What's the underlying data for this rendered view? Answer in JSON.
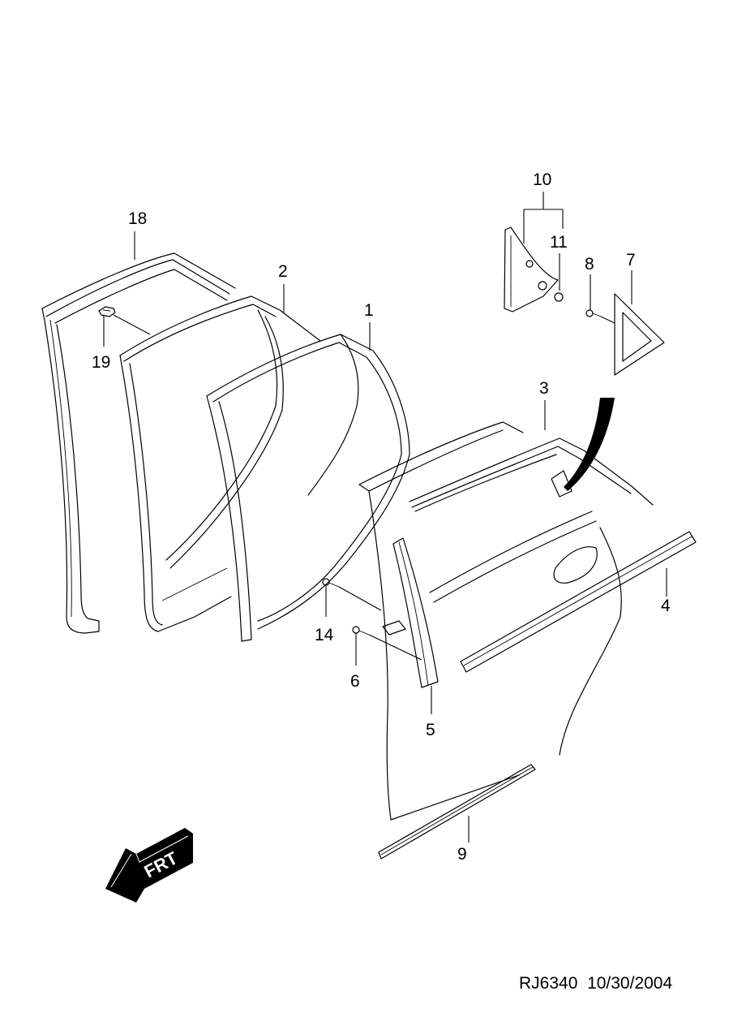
{
  "diagram": {
    "title": "Rear door weatherstrips and moldings exploded view",
    "callouts": [
      {
        "id": "c1",
        "label": "1"
      },
      {
        "id": "c2",
        "label": "2"
      },
      {
        "id": "c3",
        "label": "3"
      },
      {
        "id": "c4",
        "label": "4"
      },
      {
        "id": "c5",
        "label": "5"
      },
      {
        "id": "c6",
        "label": "6"
      },
      {
        "id": "c7",
        "label": "7"
      },
      {
        "id": "c8",
        "label": "8"
      },
      {
        "id": "c9",
        "label": "9"
      },
      {
        "id": "c10",
        "label": "10"
      },
      {
        "id": "c11",
        "label": "11"
      },
      {
        "id": "c14",
        "label": "14"
      },
      {
        "id": "c18",
        "label": "18"
      },
      {
        "id": "c19",
        "label": "19"
      }
    ],
    "direction_arrow": {
      "label": "FRT",
      "icon": "front-direction-arrow-icon"
    },
    "footer": {
      "code": "RJ6340",
      "date": "10/30/2004"
    }
  }
}
